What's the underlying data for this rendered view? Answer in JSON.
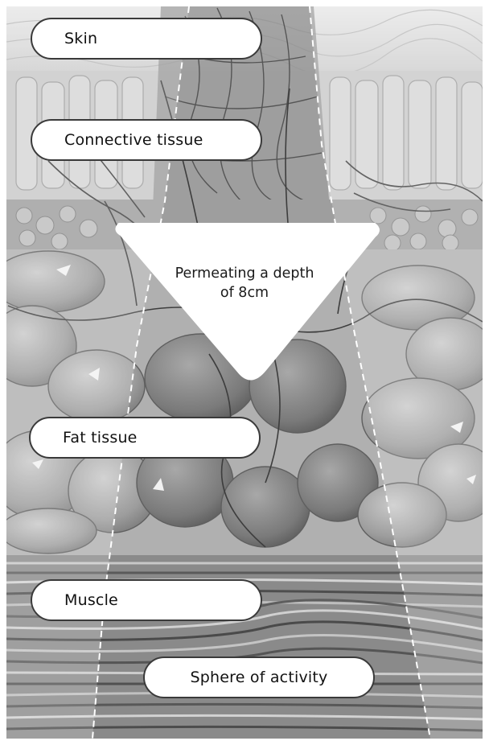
{
  "labels": {
    "skin": "Skin",
    "connective_tissue": "Connective tissue",
    "fat_tissue": "Fat tissue",
    "muscle": "Muscle",
    "sphere_of_activity": "Sphere of activity"
  },
  "depth_note": {
    "line1": "Permeating a depth",
    "line2": "of 8cm"
  },
  "colors": {
    "background_light": "#d9d9d9",
    "tissue_mid": "#a6a6a6",
    "tissue_dark": "#5a5a5a",
    "outline": "#3a3a3a",
    "label_fill": "#ffffff"
  }
}
